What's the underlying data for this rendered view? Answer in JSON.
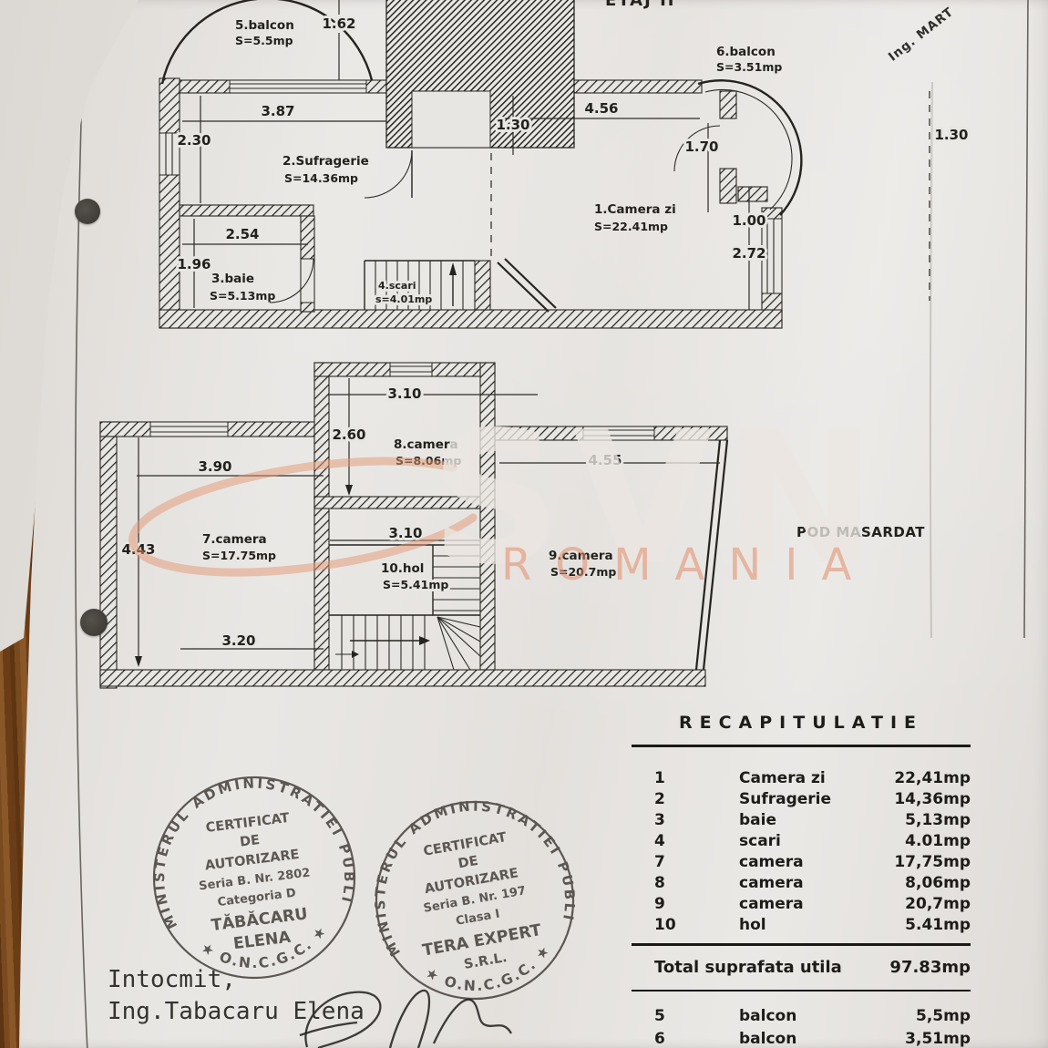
{
  "page": {
    "floor_title": "ETAJ II",
    "corner_note": "Ing. MART",
    "pod_label": "POD MASARDAT",
    "prepared_line1": "Intocmit,",
    "prepared_line2": "Ing.Tabacaru Elena"
  },
  "watermark": {
    "svn": "SVN",
    "romania": "ROMANIA"
  },
  "colors": {
    "paper": "#e8e6e3",
    "ink": "#26241f",
    "wood": "#7a4a1f",
    "watermark_orange": "#e19873",
    "stamp_ink": "#3d3833"
  },
  "plan_upper": {
    "rooms": {
      "balcon5": {
        "name": "5.balcon",
        "area": "S=5.5mp"
      },
      "sufragerie": {
        "name": "2.Sufragerie",
        "area": "S=14.36mp"
      },
      "camera_zi": {
        "name": "1.Camera zi",
        "area": "S=22.41mp"
      },
      "baie": {
        "name": "3.baie",
        "area": "S=5.13mp"
      },
      "scari": {
        "name": "4.scari",
        "area": "s=4.01mp"
      },
      "balcon6": {
        "name": "6.balcon",
        "area": "S=3.51mp"
      }
    },
    "dims": {
      "balcony": "1.62",
      "sufragerie_w": "3.87",
      "sufragerie_h": "2.30",
      "baie_w": "2.54",
      "baie_h": "1.96",
      "core_win": "1.30",
      "camera_w": "4.56",
      "door_h": "1.70",
      "win_1": "1.00",
      "win_2": "2.72",
      "balcony6": "1.30"
    }
  },
  "plan_lower": {
    "rooms": {
      "camera7": {
        "name": "7.camera",
        "area": "S=17.75mp"
      },
      "camera8": {
        "name": "8.camera",
        "area": "S=8.06mp"
      },
      "camera9": {
        "name": "9.camera",
        "area": "S=20.7mp"
      },
      "hol10": {
        "name": "10.hol",
        "area": "S=5.41mp"
      }
    },
    "dims": {
      "cam8_w": "3.10",
      "cam8_h": "2.60",
      "cam7_w": "3.90",
      "cam7_h": "4.43",
      "cam7_b": "3.20",
      "hol_w": "3.10",
      "cam9_w": "4.55"
    }
  },
  "recap": {
    "title": "RECAPITULATIE",
    "rows": [
      {
        "no": "1",
        "name": "Camera zi",
        "area": "22,41mp"
      },
      {
        "no": "2",
        "name": "Sufragerie",
        "area": "14,36mp"
      },
      {
        "no": "3",
        "name": "baie",
        "area": "5,13mp"
      },
      {
        "no": "4",
        "name": "scari",
        "area": "4.01mp"
      },
      {
        "no": "7",
        "name": "camera",
        "area": "17,75mp"
      },
      {
        "no": "8",
        "name": "camera",
        "area": "8,06mp"
      },
      {
        "no": "9",
        "name": "camera",
        "area": "20,7mp"
      },
      {
        "no": "10",
        "name": "hol",
        "area": "5.41mp"
      }
    ],
    "total_label": "Total suprafata utila",
    "total_value": "97.83mp",
    "extra_rows": [
      {
        "no": "5",
        "name": "balcon",
        "area": "5,5mp"
      },
      {
        "no": "6",
        "name": "balcon",
        "area": "3,51mp"
      }
    ]
  },
  "stamps": {
    "left": {
      "ring": "MINISTERUL ADMINISTRATIEI PUBLICE",
      "ring_bottom": "★ O.N.C.G.C. ★",
      "l1": "CERTIFICAT",
      "l2": "DE",
      "l3": "AUTORIZARE",
      "l4": "Seria B. Nr. 2802",
      "l5": "Categoria D",
      "l6": "TĂBĂCARU",
      "l7": "ELENA"
    },
    "right": {
      "ring": "MINISTERUL ADMINISTRATIEI PUBLICE",
      "ring_bottom": "★ O.N.C.G.C. ★",
      "l1": "CERTIFICAT",
      "l2": "DE",
      "l3": "AUTORIZARE",
      "l4": "Seria B. Nr. 197",
      "l5": "Clasa I",
      "l6": "TERA EXPERT",
      "l7": "S.R.L."
    }
  }
}
